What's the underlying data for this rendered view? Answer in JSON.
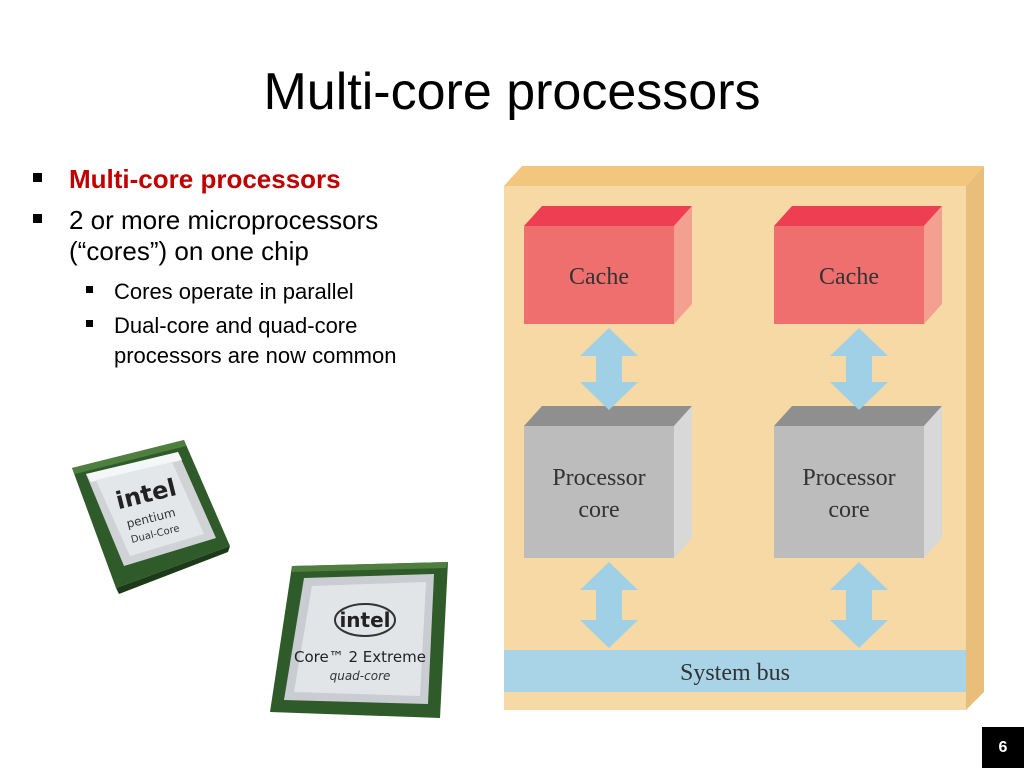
{
  "slide": {
    "title": "Multi-core processors",
    "page_number": "6"
  },
  "bullets": [
    {
      "text": "Multi-core processors",
      "highlight": "#c00000"
    },
    {
      "text": "2 or more microprocessors (“cores”) on one chip"
    }
  ],
  "sub_bullets": [
    {
      "text": "Cores operate in parallel"
    },
    {
      "text": "Dual-core and quad-core processors are now common"
    }
  ],
  "chips": {
    "pentium": {
      "brand": "intel",
      "line1": "pentium",
      "line2": "Dual-Core"
    },
    "core2": {
      "brand": "intel",
      "line1": "Core™ 2 Extreme",
      "line2": "quad-core"
    }
  },
  "diagram": {
    "cache_left": "Cache",
    "cache_right": "Cache",
    "core_left_line1": "Processor",
    "core_left_line2": "core",
    "core_right_line1": "Processor",
    "core_right_line2": "core",
    "bus": "System bus",
    "colors": {
      "chip_body": "#f6d9a4",
      "cache": "#ef6f6f",
      "core": "#bcbcbc",
      "bus": "#a9d4e8",
      "arrow": "#9fd0e6"
    }
  }
}
